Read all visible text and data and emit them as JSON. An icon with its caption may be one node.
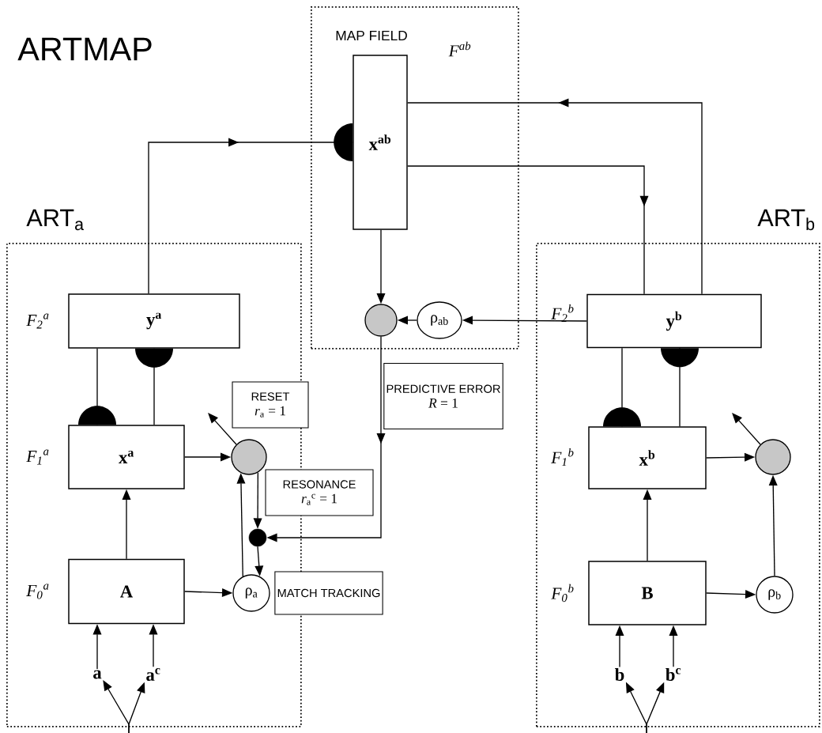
{
  "diagram": {
    "title": "ARTMAP",
    "nodes": [
      {
        "text": [
          "ART$_{a}$"
        ]
      },
      {
        "text": [
          "MAP FIELD"
        ]
      },
      {
        "text": [
          "ART$_{b}$"
        ]
      },
      {
        "text": [
          "y$^{a}$"
        ],
        "beside": [
          "F$_{2}$$^{a}$"
        ],
        "in": 0
      },
      {
        "text": [
          "x$^{a}$"
        ],
        "beside": [
          "F$_{1}$$^{a}$"
        ],
        "in": 0
      },
      {
        "text": [
          "A"
        ],
        "beside": [
          "F$_{0}$$^{a}$"
        ],
        "in": 0
      },
      {
        "text": [],
        "shape": "circle",
        "in": 0
      },
      {
        "text": [
          "ρ$_{a}$"
        ],
        "in": 0
      },
      {
        "text": [],
        "shape": "circle",
        "in": 0
      },
      {
        "text": [
          "RESET",
          "*r*$_{a}$ = 1"
        ]
      },
      {
        "text": [
          "RESONANCE",
          "*r*$_{a}$$^{c}$ = 1"
        ]
      },
      {
        "text": [
          "MATCH TRACKING"
        ]
      },
      {
        "text": [
          "a"
        ],
        "in": 0
      },
      {
        "text": [
          "a$^{c}$"
        ],
        "in": 0
      },
      {
        "text": [
          "x$^{ab}$"
        ],
        "beside": [
          "F$^{ab}$"
        ],
        "in": 1
      },
      {
        "text": [],
        "shape": "circle",
        "in": 1
      },
      {
        "text": [
          "ρ$_{ab}$"
        ],
        "in": 1
      },
      {
        "text": [
          "PREDICTIVE ERROR",
          "*R* = 1"
        ]
      },
      {
        "text": [
          "y$^{b}$"
        ],
        "beside": [
          "F$_{2}$$^{b}$"
        ],
        "in": 2
      },
      {
        "text": [
          "x$^{b}$"
        ],
        "beside": [
          "F$_{1}$$^{b}$"
        ],
        "in": 2
      },
      {
        "text": [
          "B"
        ],
        "beside": [
          "F$_{0}$$^{b}$"
        ],
        "in": 2
      },
      {
        "text": [],
        "shape": "circle",
        "in": 2
      },
      {
        "text": [
          "ρ$_{b}$"
        ],
        "in": 2
      },
      {
        "text": [
          "b"
        ],
        "in": 2
      },
      {
        "text": [
          "b$^{c}$"
        ],
        "in": 2
      }
    ],
    "edges": [
      {
        "from": 3,
        "to": 14,
        "arrow": "to"
      },
      {
        "from": 14,
        "to": 18,
        "arrow": "to"
      },
      {
        "from": 18,
        "to": 14,
        "arrow": "to"
      },
      {
        "from": 14,
        "to": 15,
        "arrow": "to"
      },
      {
        "from": 18,
        "to": 16,
        "arrow": "to"
      },
      {
        "from": 16,
        "to": 15,
        "arrow": "to"
      },
      {
        "from": 15,
        "to": 8,
        "arrow": "to"
      },
      {
        "from": 4,
        "to": 6,
        "arrow": "to"
      },
      {
        "from": 5,
        "to": 7,
        "arrow": "to"
      },
      {
        "from": 5,
        "to": 4,
        "arrow": "to"
      },
      {
        "from": 7,
        "to": 6,
        "arrow": "to"
      },
      {
        "from": 6,
        "to": 8,
        "arrow": "to"
      },
      {
        "from": 8,
        "to": 7,
        "arrow": "to"
      },
      {
        "from": 6,
        "to": null,
        "arrow": "to"
      },
      {
        "from": null,
        "to": 12,
        "arrow": "to"
      },
      {
        "from": null,
        "to": 13,
        "arrow": "to"
      },
      {
        "from": 12,
        "to": 5,
        "arrow": "to"
      },
      {
        "from": 13,
        "to": 5,
        "arrow": "to"
      },
      {
        "from": 3,
        "to": 4,
        "arrow": "other"
      },
      {
        "from": 4,
        "to": 3,
        "arrow": "other"
      },
      {
        "from": 18,
        "to": 19,
        "arrow": "other"
      },
      {
        "from": 19,
        "to": 18,
        "arrow": "other"
      },
      {
        "from": 20,
        "to": 19,
        "arrow": "to"
      },
      {
        "from": 19,
        "to": 21,
        "arrow": "to"
      },
      {
        "from": 20,
        "to": 22,
        "arrow": "to"
      },
      {
        "from": 22,
        "to": 21,
        "arrow": "to"
      },
      {
        "from": 21,
        "to": null,
        "arrow": "to"
      },
      {
        "from": null,
        "to": 23,
        "arrow": "to"
      },
      {
        "from": null,
        "to": 24,
        "arrow": "to"
      },
      {
        "from": 23,
        "to": 20,
        "arrow": "to"
      },
      {
        "from": 24,
        "to": 20,
        "arrow": "to"
      }
    ]
  }
}
